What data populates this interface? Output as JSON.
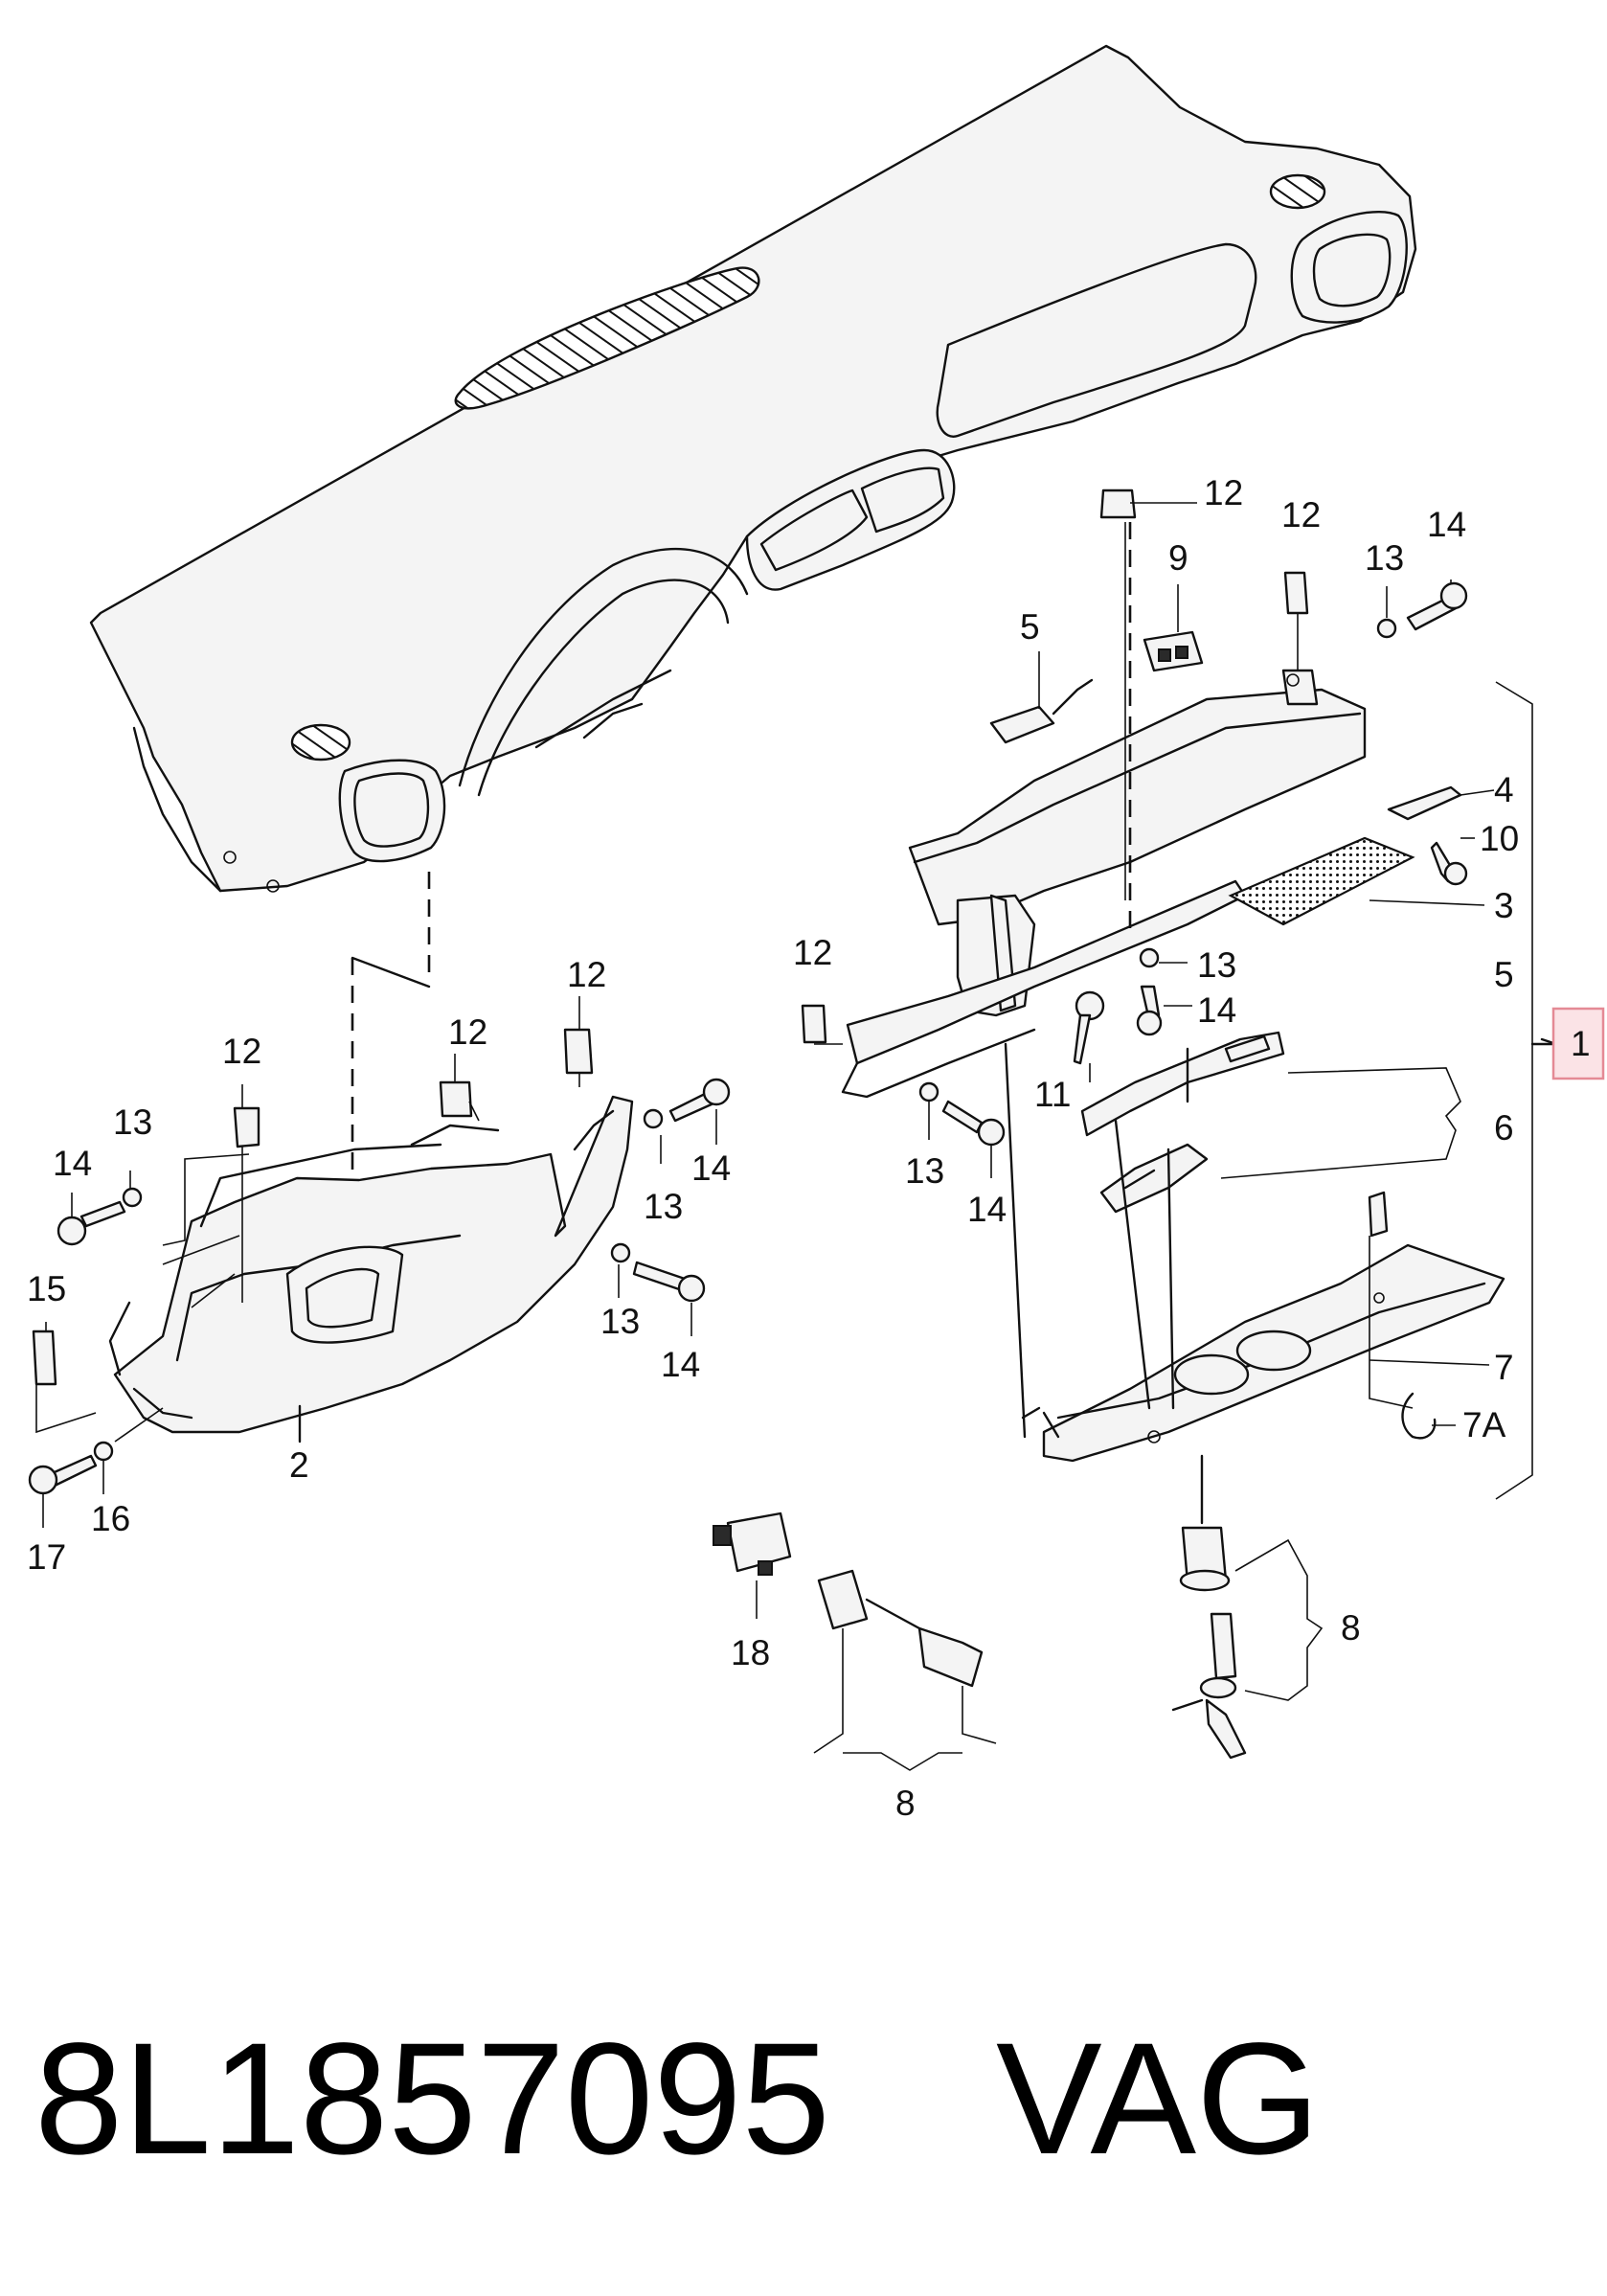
{
  "callouts": {
    "c1": "1",
    "c2": "2",
    "c3": "3",
    "c4": "4",
    "c5a": "5",
    "c5b": "5",
    "c6": "6",
    "c7": "7",
    "c7a": "7A",
    "c8a": "8",
    "c8b": "8",
    "c9": "9",
    "c10": "10",
    "c11": "11",
    "c12a": "12",
    "c12b": "12",
    "c12c": "12",
    "c12d": "12",
    "c12e": "12",
    "c12f": "12",
    "c13a": "13",
    "c13b": "13",
    "c13c": "13",
    "c13d": "13",
    "c13e": "13",
    "c13f": "13",
    "c14a": "14",
    "c14b": "14",
    "c14c": "14",
    "c14d": "14",
    "c14e": "14",
    "c14f": "14",
    "c15": "15",
    "c16": "16",
    "c17": "17",
    "c18": "18"
  },
  "footer": {
    "part_number": "8L1857095",
    "brand": "VAG"
  },
  "colors": {
    "ink": "#111111",
    "highlight_fill": "#fbe3e6",
    "highlight_border": "#e48a95"
  }
}
